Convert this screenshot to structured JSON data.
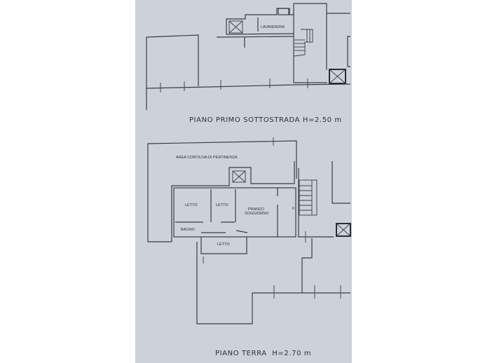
{
  "floors": [
    {
      "title": "PIANO PRIMO SOTTOSTRADA H=2.50 m",
      "rooms": [
        "LAVANDERIA"
      ]
    },
    {
      "title": "PIANO TERRA  H=2.70 m",
      "area_label": "AREA CORTILIVA DI PERTINENZA",
      "rooms": [
        "LETTO",
        "LETTO",
        "PRANZO",
        "SOGGIORNO",
        "BAGNO",
        "LETTO"
      ],
      "kitchen_mark": "K"
    }
  ],
  "colors": {
    "paper": "#cdd2da",
    "lines": "#3a3d44",
    "margin": "#ffffff"
  }
}
